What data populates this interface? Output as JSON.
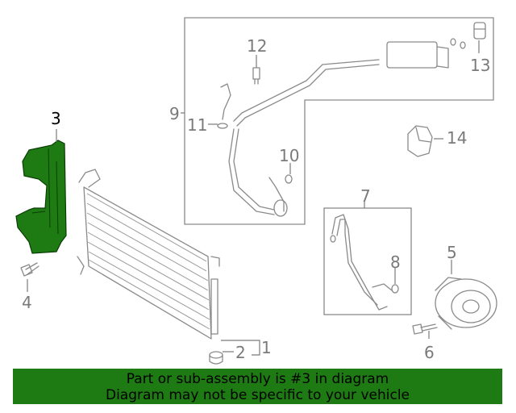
{
  "diagram": {
    "callouts": {
      "c1": "1",
      "c2": "2",
      "c3": "3",
      "c4": "4",
      "c5": "5",
      "c6": "6",
      "c7": "7",
      "c8": "8",
      "c9": "9",
      "c10": "10",
      "c11": "11",
      "c12": "12",
      "c13": "13",
      "c14": "14"
    },
    "highlighted_part": "3",
    "highlight_color": "#1e7a12"
  },
  "banner": {
    "line1": "Part or sub-assembly is #3 in diagram",
    "line2": "Diagram may not be specific to your vehicle",
    "background": "#1e7a12"
  }
}
